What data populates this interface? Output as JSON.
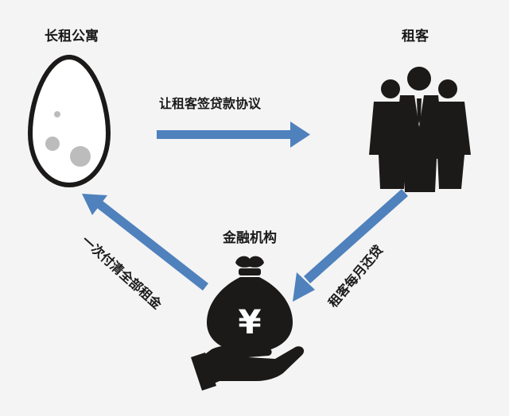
{
  "nodes": {
    "apartment": {
      "label": "长租公寓",
      "icon": "egg-icon"
    },
    "tenant": {
      "label": "租客",
      "icon": "people-group-icon"
    },
    "finance": {
      "label": "金融机构",
      "icon": "money-bag-hand-icon",
      "bag_symbol": "¥"
    }
  },
  "edges": {
    "apartment_to_tenant": {
      "label": "让租客签贷款协议"
    },
    "tenant_to_finance": {
      "label": "租客每月还贷"
    },
    "finance_to_apartment": {
      "label": "一次付清全部租金"
    }
  },
  "colors": {
    "arrow": "#4f81bd",
    "icon_dark": "#1c1a19",
    "background": "#f4f4f4"
  }
}
